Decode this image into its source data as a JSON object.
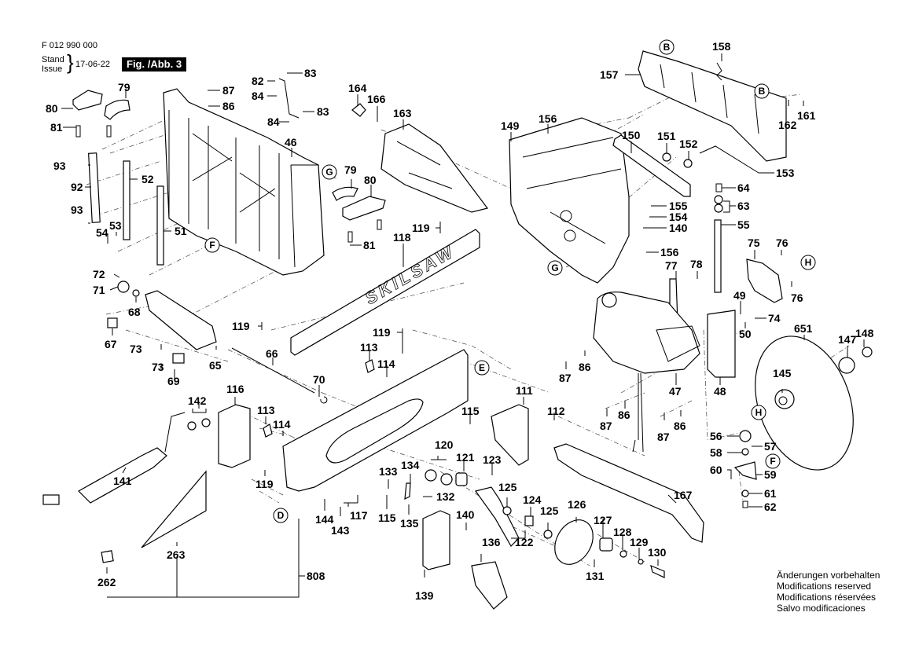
{
  "header": {
    "document_code": "F 012 990 000",
    "stand_label": "Stand",
    "issue_label": "Issue",
    "date": "17-06-22",
    "figure_label": "Fig. /Abb. 3"
  },
  "footer_note": [
    "Änderungen vorbehalten",
    "Modifications reserved",
    "Modifications réservées",
    "Salvo modificaciones"
  ],
  "brand_text": "SKILSAW",
  "reference_markers": {
    "B1": "B",
    "B2": "B",
    "G1": "G",
    "G2": "G",
    "F1": "F",
    "F2": "F",
    "E": "E",
    "D": "D",
    "H1": "H",
    "H2": "H"
  },
  "part_labels": {
    "p80a": "80",
    "p79a": "79",
    "p81a": "81",
    "p93a": "93",
    "p92": "92",
    "p93b": "93",
    "p52": "52",
    "p54": "54",
    "p53": "53",
    "p51": "51",
    "p87a": "87",
    "p86a": "86",
    "p82": "82",
    "p83a": "83",
    "p84a": "84",
    "p84b": "84",
    "p83b": "83",
    "p46": "46",
    "p164": "164",
    "p166": "166",
    "p163": "163",
    "p79b": "79",
    "p80b": "80",
    "p81b": "81",
    "p119a": "119",
    "p118": "118",
    "p149": "149",
    "p156a": "156",
    "p157": "157",
    "p158": "158",
    "p161": "161",
    "p162": "162",
    "p150": "150",
    "p151": "151",
    "p152": "152",
    "p153": "153",
    "p64": "64",
    "p63": "63",
    "p155": "155",
    "p154": "154",
    "p140a": "140",
    "p55": "55",
    "p156b": "156",
    "p75": "75",
    "p76a": "76",
    "p76b": "76",
    "p78": "78",
    "p77": "77",
    "p72": "72",
    "p71": "71",
    "p68": "68",
    "p67": "67",
    "p73a": "73",
    "p73b": "73",
    "p69": "69",
    "p65": "65",
    "p119b": "119",
    "p66": "66",
    "p70": "70",
    "p119c": "119",
    "p113a": "113",
    "p114a": "114",
    "p49": "49",
    "p74": "74",
    "p50": "50",
    "p651": "651",
    "p147": "147",
    "p148": "148",
    "p86b": "86",
    "p87b": "87",
    "p47": "47",
    "p48": "48",
    "p145": "145",
    "p116": "116",
    "p142": "142",
    "p113b": "113",
    "p114b": "114",
    "p119d": "119",
    "p115a": "115",
    "p111": "111",
    "p112": "112",
    "p86c": "86",
    "p87c": "87",
    "p86d": "86",
    "p87d": "87",
    "p141": "141",
    "p120": "120",
    "p121": "121",
    "p123": "123",
    "p133": "133",
    "p134": "134",
    "p132": "132",
    "p125a": "125",
    "p124": "124",
    "p125b": "125",
    "p126": "126",
    "p144": "144",
    "p143": "143",
    "p117": "117",
    "p115b": "115",
    "p135": "135",
    "p122": "122",
    "p140b": "140",
    "p136": "136",
    "p127": "127",
    "p128": "128",
    "p129": "129",
    "p130": "130",
    "p131": "131",
    "p139": "139",
    "p167": "167",
    "p56": "56",
    "p57": "57",
    "p58": "58",
    "p60": "60",
    "p59": "59",
    "p61": "61",
    "p62": "62",
    "p263": "263",
    "p262": "262",
    "p808": "808"
  }
}
